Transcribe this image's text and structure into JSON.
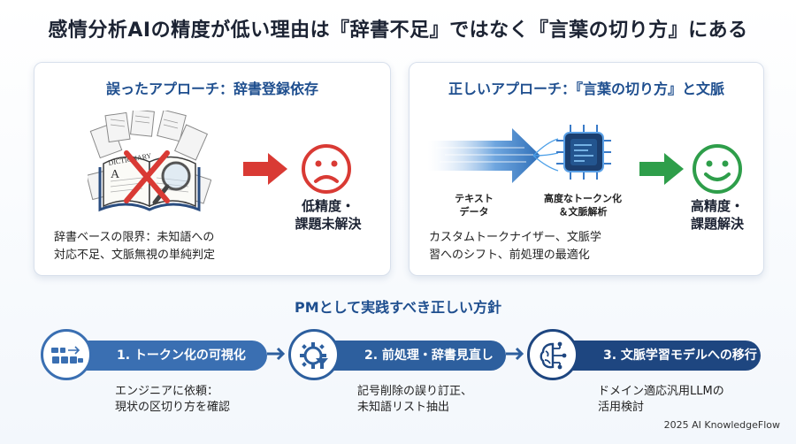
{
  "title": "感情分析AIの精度が低い理由は『辞書不足』ではなく『言葉の切り方』にある",
  "left_panel": {
    "title": "誤ったアプローチ：辞書登録依存",
    "book_label": "DICTIONARY",
    "result": [
      "低精度・",
      "課題未解決"
    ],
    "description": [
      "辞書ベースの限界：未知語への",
      "対応不足、文脈無視の単純判定"
    ],
    "face": "sad-face-icon"
  },
  "right_panel": {
    "title": "正しいアプローチ：『言葉の切り方』と文脈",
    "label_text_data": [
      "テキスト",
      "データ"
    ],
    "label_tokenize": [
      "高度なトークン化",
      "＆文脈解析"
    ],
    "result": [
      "高精度・",
      "課題解決"
    ],
    "description": [
      "カスタムトークナイザー、文脈学",
      "習へのシフト、前処理の最適化"
    ],
    "face": "happy-face-icon"
  },
  "guidelines": {
    "title": "PMとして実践すべき正しい方針",
    "steps": [
      {
        "label": "1. トークン化の可視化",
        "desc": [
          "エンジニアに依頼：",
          "現状の区切り方を確認"
        ],
        "icon": "token-blocks-icon"
      },
      {
        "label": "2. 前処理・辞書見直し",
        "desc": [
          "記号削除の誤り訂正、",
          "未知語リスト抽出"
        ],
        "icon": "gear-filter-icon"
      },
      {
        "label": "3. 文脈学習モデルへの移行",
        "desc": [
          "ドメイン適応汎用LLMの",
          "活用検討"
        ],
        "icon": "brain-circuit-icon"
      }
    ]
  },
  "footer": "2025 AI KnowledgeFlow",
  "colors": {
    "primary": "#1f4f8f",
    "error_red": "#d93a34",
    "success_green": "#2e9e4a",
    "step1": "#3a6fb2",
    "step2": "#2d5f9e",
    "step3": "#1e4680"
  }
}
